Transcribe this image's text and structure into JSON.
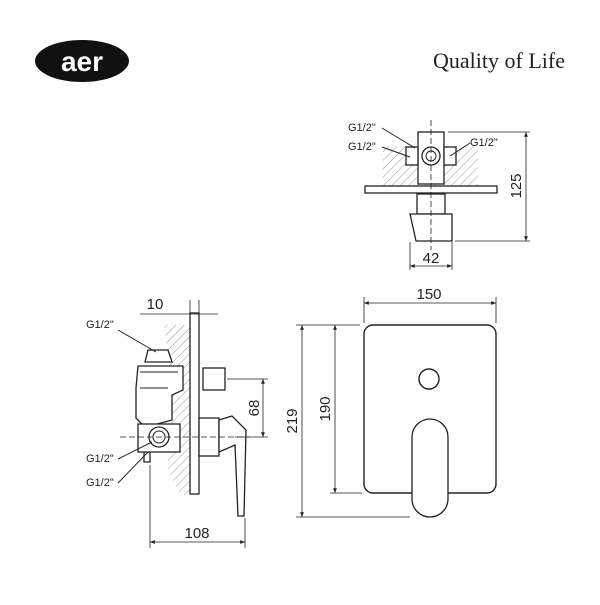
{
  "header": {
    "logo_text": "aer",
    "tagline": "Quality of Life"
  },
  "top_view": {
    "labels": [
      "G1/2\"",
      "G1/2\"",
      "G1/2\""
    ],
    "dim_height": "125",
    "dim_width": "42"
  },
  "side_view": {
    "labels": [
      "G1/2\"",
      "G1/2\"",
      "G1/2\""
    ],
    "dim_plate": "10",
    "dim_spacing": "68",
    "dim_depth": "108"
  },
  "front_view": {
    "dim_width": "150",
    "dim_height_total": "219",
    "dim_height_plate": "190"
  },
  "colors": {
    "line": "#222222",
    "background": "#ffffff"
  }
}
